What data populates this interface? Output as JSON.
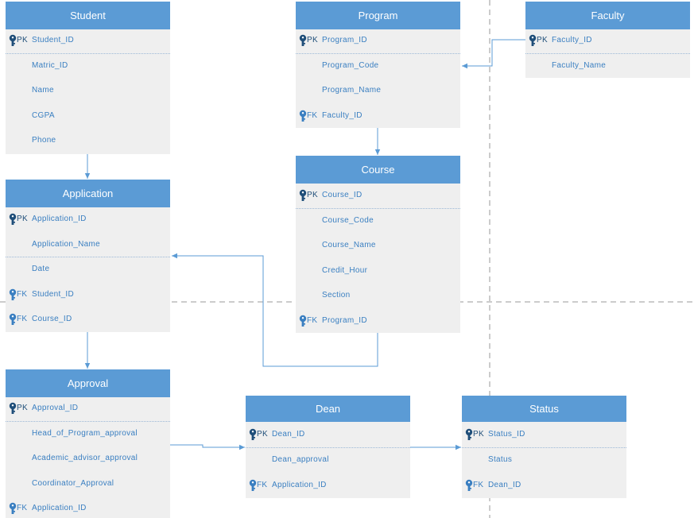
{
  "colors": {
    "header_bg": "#5b9bd5",
    "body_bg": "#efefef",
    "attr_text": "#3a7fc1",
    "pk_label": "#1f4e79",
    "connector": "#5b9bd5",
    "divider": "#9a9a9a"
  },
  "key_labels": {
    "pk": "PK",
    "fk": "FK"
  },
  "entities": [
    {
      "id": "student",
      "title": "Student",
      "attributes": [
        {
          "name": "Student_ID",
          "key": "pk"
        },
        {
          "name": "Matric_ID",
          "key": ""
        },
        {
          "name": "Name",
          "key": ""
        },
        {
          "name": "CGPA",
          "key": ""
        },
        {
          "name": "Phone",
          "key": ""
        }
      ]
    },
    {
      "id": "program",
      "title": "Program",
      "attributes": [
        {
          "name": "Program_ID",
          "key": "pk"
        },
        {
          "name": "Program_Code",
          "key": ""
        },
        {
          "name": "Program_Name",
          "key": ""
        },
        {
          "name": "Faculty_ID",
          "key": "fk"
        }
      ]
    },
    {
      "id": "faculty",
      "title": "Faculty",
      "attributes": [
        {
          "name": "Faculty_ID",
          "key": "pk"
        },
        {
          "name": "Faculty_Name",
          "key": ""
        }
      ]
    },
    {
      "id": "application",
      "title": "Application",
      "attributes": [
        {
          "name": "Application_ID",
          "key": "pk"
        },
        {
          "name": "Application_Name",
          "key": ""
        },
        {
          "name": "Date",
          "key": ""
        },
        {
          "name": "Student_ID",
          "key": "fk"
        },
        {
          "name": "Course_ID",
          "key": "fk"
        }
      ]
    },
    {
      "id": "course",
      "title": "Course",
      "attributes": [
        {
          "name": "Course_ID",
          "key": "pk"
        },
        {
          "name": "Course_Code",
          "key": ""
        },
        {
          "name": "Course_Name",
          "key": ""
        },
        {
          "name": "Credit_Hour",
          "key": ""
        },
        {
          "name": "Section",
          "key": ""
        },
        {
          "name": "Program_ID",
          "key": "fk"
        }
      ]
    },
    {
      "id": "approval",
      "title": "Approval",
      "attributes": [
        {
          "name": "Approval_ID",
          "key": "pk"
        },
        {
          "name": "Head_of_Program_approval",
          "key": ""
        },
        {
          "name": "Academic_advisor_approval",
          "key": ""
        },
        {
          "name": "Coordinator_Approval",
          "key": ""
        },
        {
          "name": "Application_ID",
          "key": "fk"
        }
      ]
    },
    {
      "id": "dean",
      "title": "Dean",
      "attributes": [
        {
          "name": "Dean_ID",
          "key": "pk"
        },
        {
          "name": "Dean_approval",
          "key": ""
        },
        {
          "name": "Application_ID",
          "key": "fk"
        }
      ]
    },
    {
      "id": "status",
      "title": "Status",
      "attributes": [
        {
          "name": "Status_ID",
          "key": "pk"
        },
        {
          "name": "Status",
          "key": ""
        },
        {
          "name": "Dean_ID",
          "key": "fk"
        }
      ]
    }
  ],
  "relationships": [
    {
      "from": "student",
      "to": "application"
    },
    {
      "from": "faculty",
      "to": "program"
    },
    {
      "from": "program",
      "to": "course"
    },
    {
      "from": "course",
      "to": "application"
    },
    {
      "from": "application",
      "to": "approval"
    },
    {
      "from": "approval",
      "to": "dean"
    },
    {
      "from": "dean",
      "to": "status"
    }
  ]
}
